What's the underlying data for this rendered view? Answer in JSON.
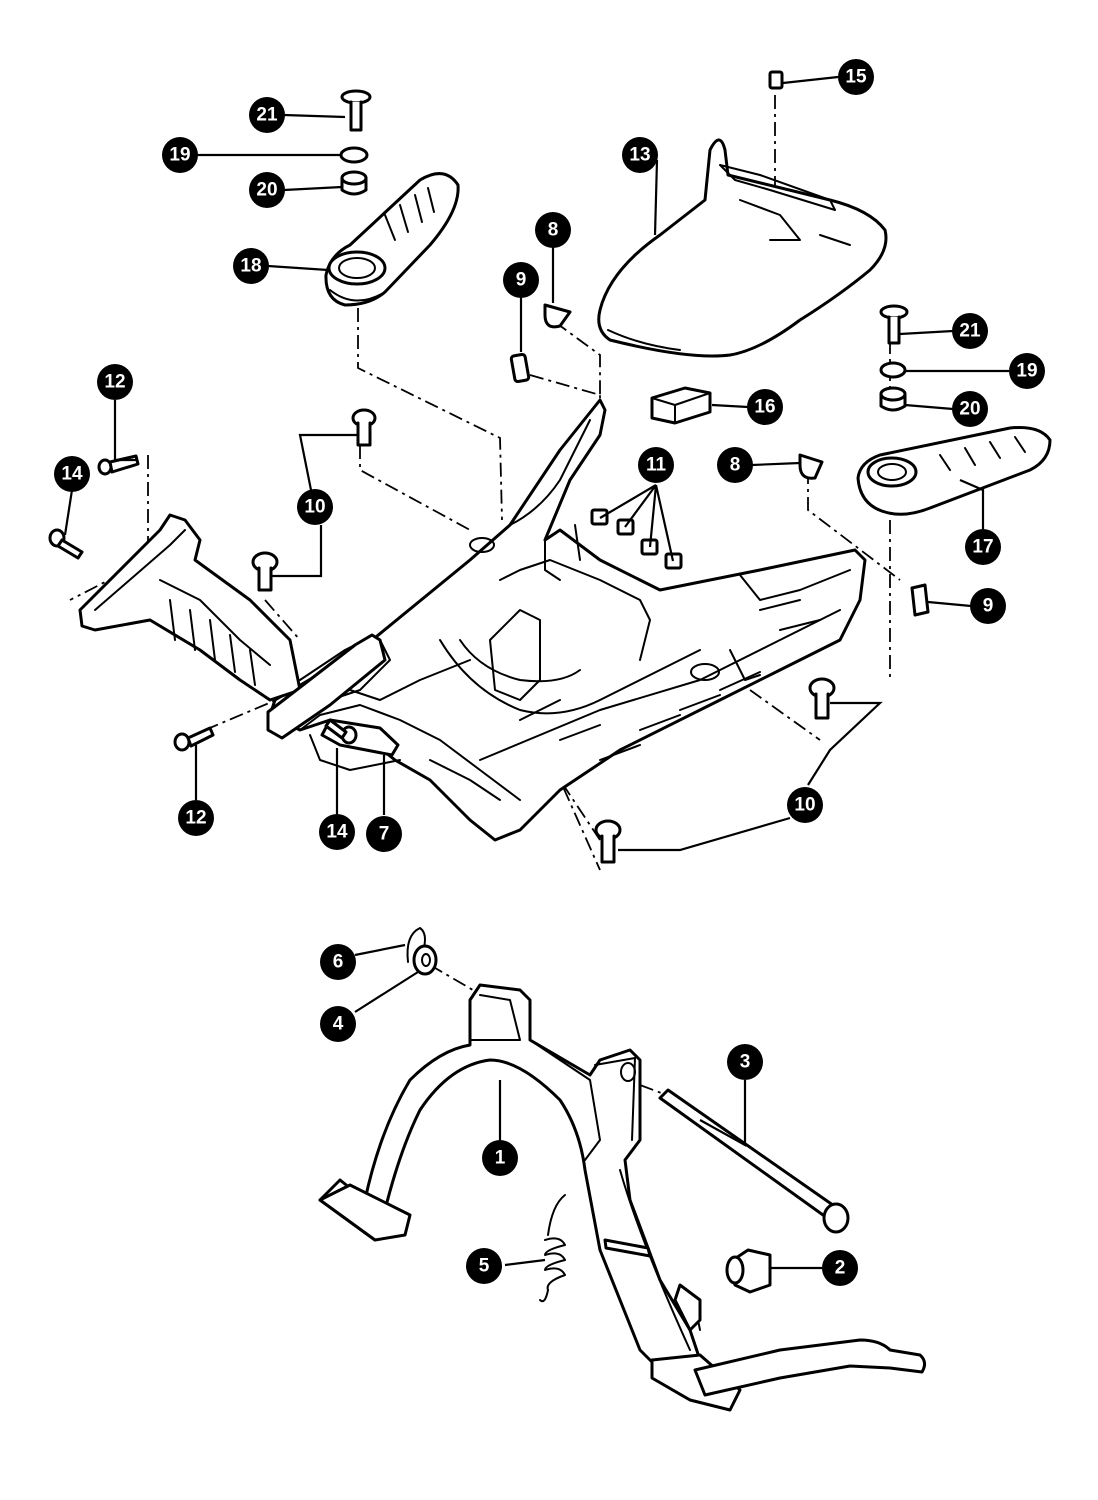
{
  "callouts": [
    {
      "id": "c21a",
      "label": "21"
    },
    {
      "id": "c19a",
      "label": "19"
    },
    {
      "id": "c20a",
      "label": "20"
    },
    {
      "id": "c18",
      "label": "18"
    },
    {
      "id": "c13",
      "label": "13"
    },
    {
      "id": "c15",
      "label": "15"
    },
    {
      "id": "c8a",
      "label": "8"
    },
    {
      "id": "c9a",
      "label": "9"
    },
    {
      "id": "c21b",
      "label": "21"
    },
    {
      "id": "c19b",
      "label": "19"
    },
    {
      "id": "c20b",
      "label": "20"
    },
    {
      "id": "c16",
      "label": "16"
    },
    {
      "id": "c8b",
      "label": "8"
    },
    {
      "id": "c11",
      "label": "11"
    },
    {
      "id": "c17",
      "label": "17"
    },
    {
      "id": "c9b",
      "label": "9"
    },
    {
      "id": "c12a",
      "label": "12"
    },
    {
      "id": "c14a",
      "label": "14"
    },
    {
      "id": "c10a",
      "label": "10"
    },
    {
      "id": "c12b",
      "label": "12"
    },
    {
      "id": "c14b",
      "label": "14"
    },
    {
      "id": "c7",
      "label": "7"
    },
    {
      "id": "c10b",
      "label": "10"
    },
    {
      "id": "c6",
      "label": "6"
    },
    {
      "id": "c4",
      "label": "4"
    },
    {
      "id": "c3",
      "label": "3"
    },
    {
      "id": "c1",
      "label": "1"
    },
    {
      "id": "c5",
      "label": "5"
    },
    {
      "id": "c2",
      "label": "2"
    }
  ]
}
